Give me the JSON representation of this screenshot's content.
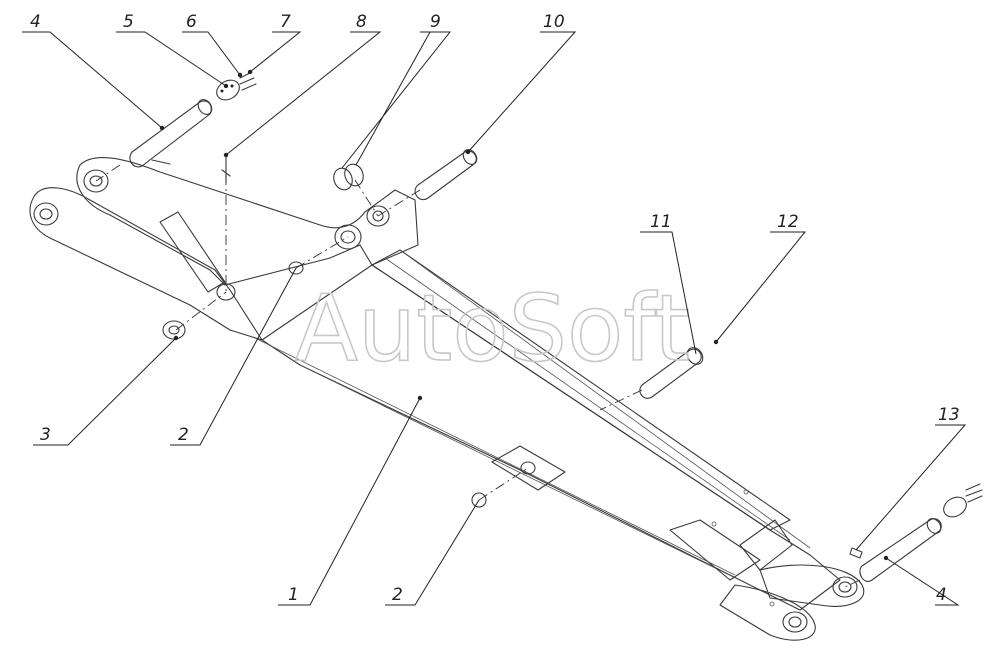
{
  "watermark": "AutoSoft",
  "callouts": [
    {
      "id": "c1",
      "label": "1"
    },
    {
      "id": "c2a",
      "label": "2"
    },
    {
      "id": "c2b",
      "label": "2"
    },
    {
      "id": "c3",
      "label": "3"
    },
    {
      "id": "c4a",
      "label": "4"
    },
    {
      "id": "c4b",
      "label": "4"
    },
    {
      "id": "c5",
      "label": "5"
    },
    {
      "id": "c6",
      "label": "6"
    },
    {
      "id": "c7",
      "label": "7"
    },
    {
      "id": "c8",
      "label": "8"
    },
    {
      "id": "c9",
      "label": "9"
    },
    {
      "id": "c10",
      "label": "10"
    },
    {
      "id": "c11",
      "label": "11"
    },
    {
      "id": "c12",
      "label": "12"
    },
    {
      "id": "c13",
      "label": "13"
    }
  ]
}
